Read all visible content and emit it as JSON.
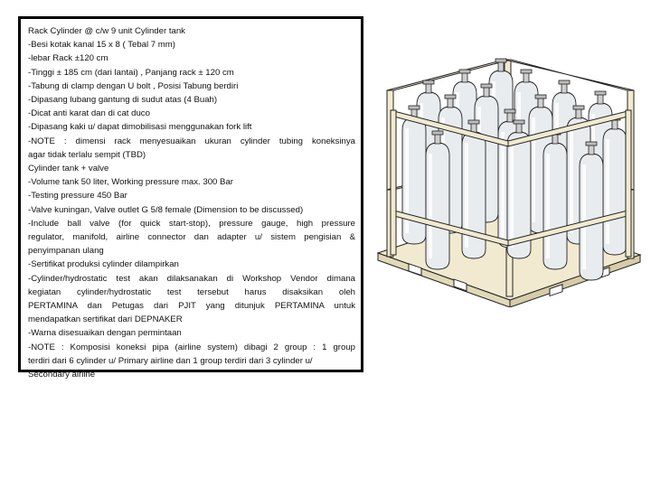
{
  "spec": {
    "lines": [
      {
        "text": "Rack Cylinder @ c/w 9 unit Cylinder tank",
        "justify": false
      },
      {
        "text": "-Besi kotak kanal 15 x 8 ( Tebal 7 mm)",
        "justify": false
      },
      {
        "text": "-lebar Rack ±120 cm",
        "justify": false
      },
      {
        "text": "-Tinggi ± 185 cm (dari lantai) , Panjang rack ± 120 cm",
        "justify": false
      },
      {
        "text": "-Tabung di clamp dengan U bolt , Posisi Tabung berdiri",
        "justify": false
      },
      {
        "text": "-Dipasang lubang gantung di sudut atas (4 Buah)",
        "justify": false
      },
      {
        "text": "-Dicat anti karat dan di cat duco",
        "justify": false
      },
      {
        "text": "-Dipasang kaki u/ dapat dimobilisasi menggunakan fork lift",
        "justify": false
      },
      {
        "text": "-NOTE : dimensi rack menyesuaikan ukuran cylinder tubing koneksinya",
        "justify": true
      },
      {
        "text": "agar tidak terlalu sempit (TBD)",
        "justify": false
      },
      {
        "text": " Cylinder tank + valve",
        "justify": false
      },
      {
        "text": "-Volume tank 50 liter, Working pressure max. 300 Bar",
        "justify": false
      },
      {
        "text": "-Testing pressure 450 Bar",
        "justify": false
      },
      {
        "text": "-Valve kuningan, Valve outlet G 5/8 female (Dimension to be discussed)",
        "justify": false
      },
      {
        "text": "-Include ball valve (for quick start-stop), pressure gauge, high pressure",
        "justify": true
      },
      {
        "text": "regulator, manifold, airline connector dan adapter u/ sistem pengisian &",
        "justify": true
      },
      {
        "text": "penyimpanan ulang",
        "justify": false
      },
      {
        "text": "-Sertifikat produksi cylinder dilampirkan",
        "justify": false
      },
      {
        "text": "-Cylinder/hydrostatic test akan dilaksanakan di Workshop Vendor dimana",
        "justify": true
      },
      {
        "text": "kegiatan cylinder/hydrostatic test tersebut harus disaksikan oleh",
        "justify": true
      },
      {
        "text": "PERTAMINA dan Petugas dari PJIT yang ditunjuk PERTAMINA untuk",
        "justify": true
      },
      {
        "text": "mendapatkan sertifikat dari DEPNAKER",
        "justify": false
      },
      {
        "text": "-Warna disesuaikan dengan permintaan",
        "justify": false
      },
      {
        "text": "-NOTE : Komposisi koneksi pipa (airline system) dibagi 2 group : 1 group",
        "justify": true
      },
      {
        "text": "terdiri dari 6 cylinder u/ Primary airline dan 1 group terdiri dari 3 cylinder u/",
        "justify": false
      },
      {
        "text": "Secondary airline",
        "justify": false
      }
    ]
  },
  "illustration": {
    "frame_color": "#f1ead0",
    "cylinder_color": "#e9ecef",
    "outline_color": "#222222"
  }
}
